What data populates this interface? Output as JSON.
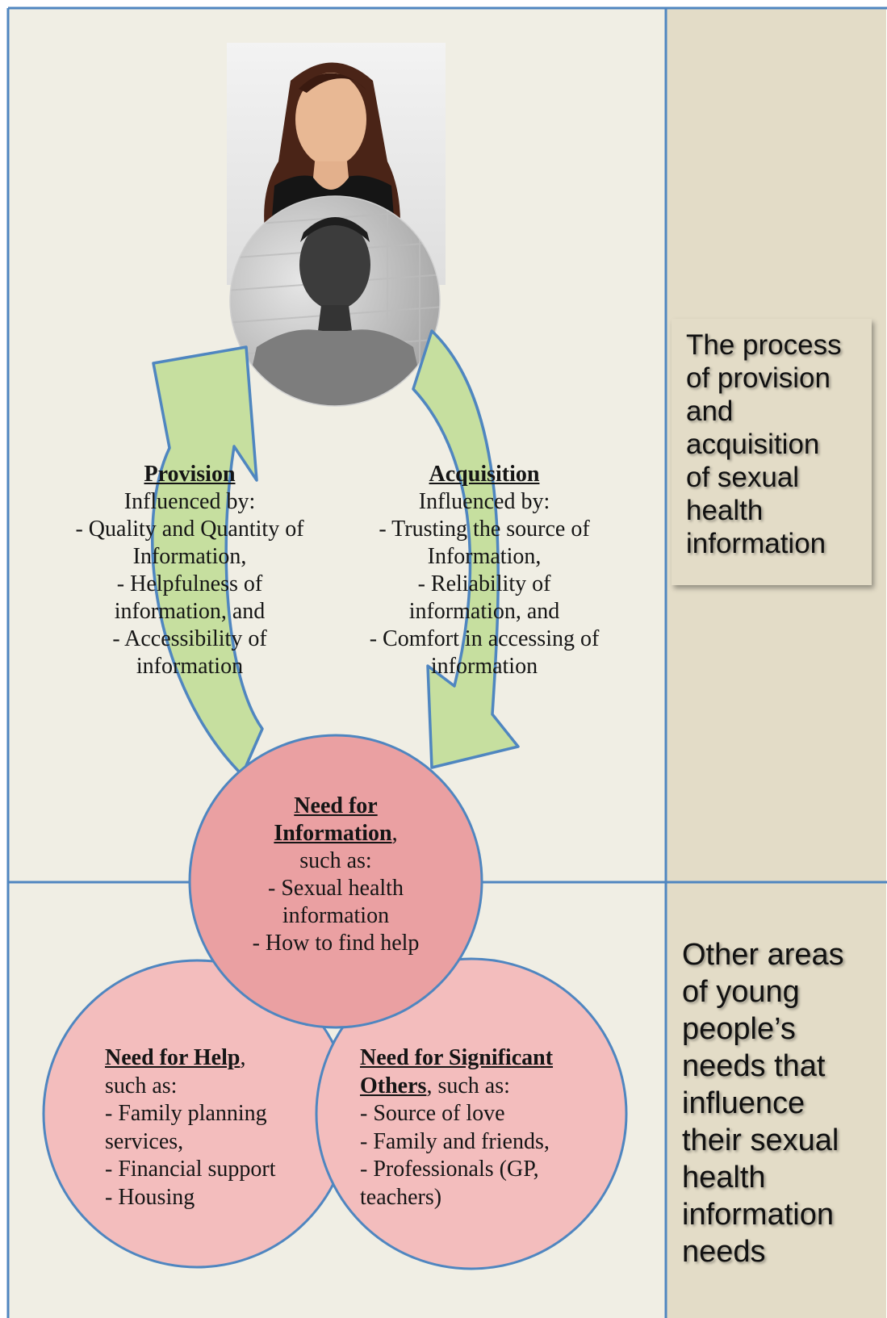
{
  "top_panel": {
    "title": [
      "The process",
      "of provision",
      "and",
      "acquisition",
      "of sexual",
      "health",
      "information"
    ]
  },
  "bottom_panel": {
    "title": [
      "Other areas",
      "of young",
      "people’s",
      "needs that",
      "influence",
      "their sexual",
      "health",
      "information",
      "needs"
    ]
  },
  "provision": {
    "heading": "Provision",
    "lines": [
      "Influenced by:",
      "- Quality and Quantity of",
      "Information,",
      "- Helpfulness of",
      "information, and",
      "- Accessibility of",
      "information"
    ]
  },
  "acquisition": {
    "heading": "Acquisition",
    "lines": [
      "Influenced by:",
      "- Trusting the source of",
      "Information,",
      "- Reliability of",
      "information, and",
      "- Comfort in accessing of",
      "information"
    ]
  },
  "need_information": {
    "heading_line1": "Need for",
    "heading_line2": "Information",
    "heading_suffix": ",",
    "lines": [
      "such as:",
      "- Sexual health",
      "information",
      "- How to find help"
    ]
  },
  "need_help": {
    "heading": "Need for Help",
    "heading_suffix": ",",
    "lines": [
      "such as:",
      "- Family planning",
      "services,",
      "- Financial support",
      "- Housing"
    ]
  },
  "need_others": {
    "heading_line1": "Need for Significant",
    "heading_line2": "Others",
    "heading_suffix": ", such as:",
    "lines": [
      "- Source of love",
      "- Family and friends,",
      "- Professionals (GP,",
      "teachers)"
    ]
  },
  "colors": {
    "panel_bg": "#f0eee4",
    "sidebar_bg": "#e3dcc7",
    "border": "#4f86c0",
    "arrow_fill": "#c6df9f",
    "circle_info": "#eaa0a2",
    "circle_others": "#f3bdbd"
  }
}
